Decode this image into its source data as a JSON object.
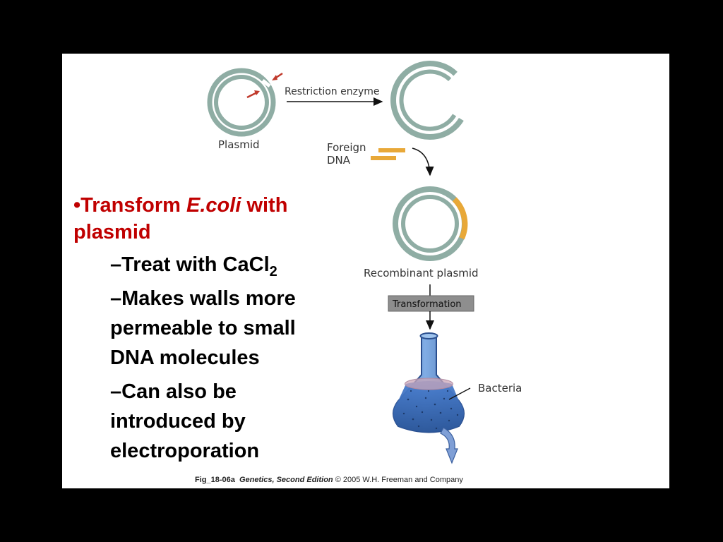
{
  "bullets": {
    "main": {
      "marker": "•",
      "text_pre": "Transform ",
      "text_italic": "E.coli",
      "text_post": " with plasmid"
    },
    "subs": [
      {
        "dash": "–",
        "text": "Treat with CaCl",
        "subscript": "2"
      },
      {
        "dash": "–",
        "text": "Makes walls more permeable to small DNA molecules"
      },
      {
        "dash": "–",
        "text": "Can also be introduced by electroporation"
      }
    ]
  },
  "diagram": {
    "plasmid_label": "Plasmid",
    "restriction_enzyme_label": "Restriction enzyme",
    "foreign_dna_label_line1": "Foreign",
    "foreign_dna_label_line2": "DNA",
    "recombinant_label": "Recombinant plasmid",
    "transformation_label": "Transformation",
    "bacteria_label": "Bacteria"
  },
  "caption": {
    "fig": "Fig_18-06a",
    "book": "Genetics, Second Edition",
    "rest": "© 2005 W.H. Freeman and Company"
  },
  "colors": {
    "background": "#000000",
    "slide": "#ffffff",
    "bullet_red": "#c00000",
    "plasmid_teal": "#8fada4",
    "foreign_dna_gold": "#e8a838",
    "flask_blue": "#3f6fb8",
    "cut_arrow_red": "#c0392b",
    "transformation_box": "#8e8e8e"
  }
}
